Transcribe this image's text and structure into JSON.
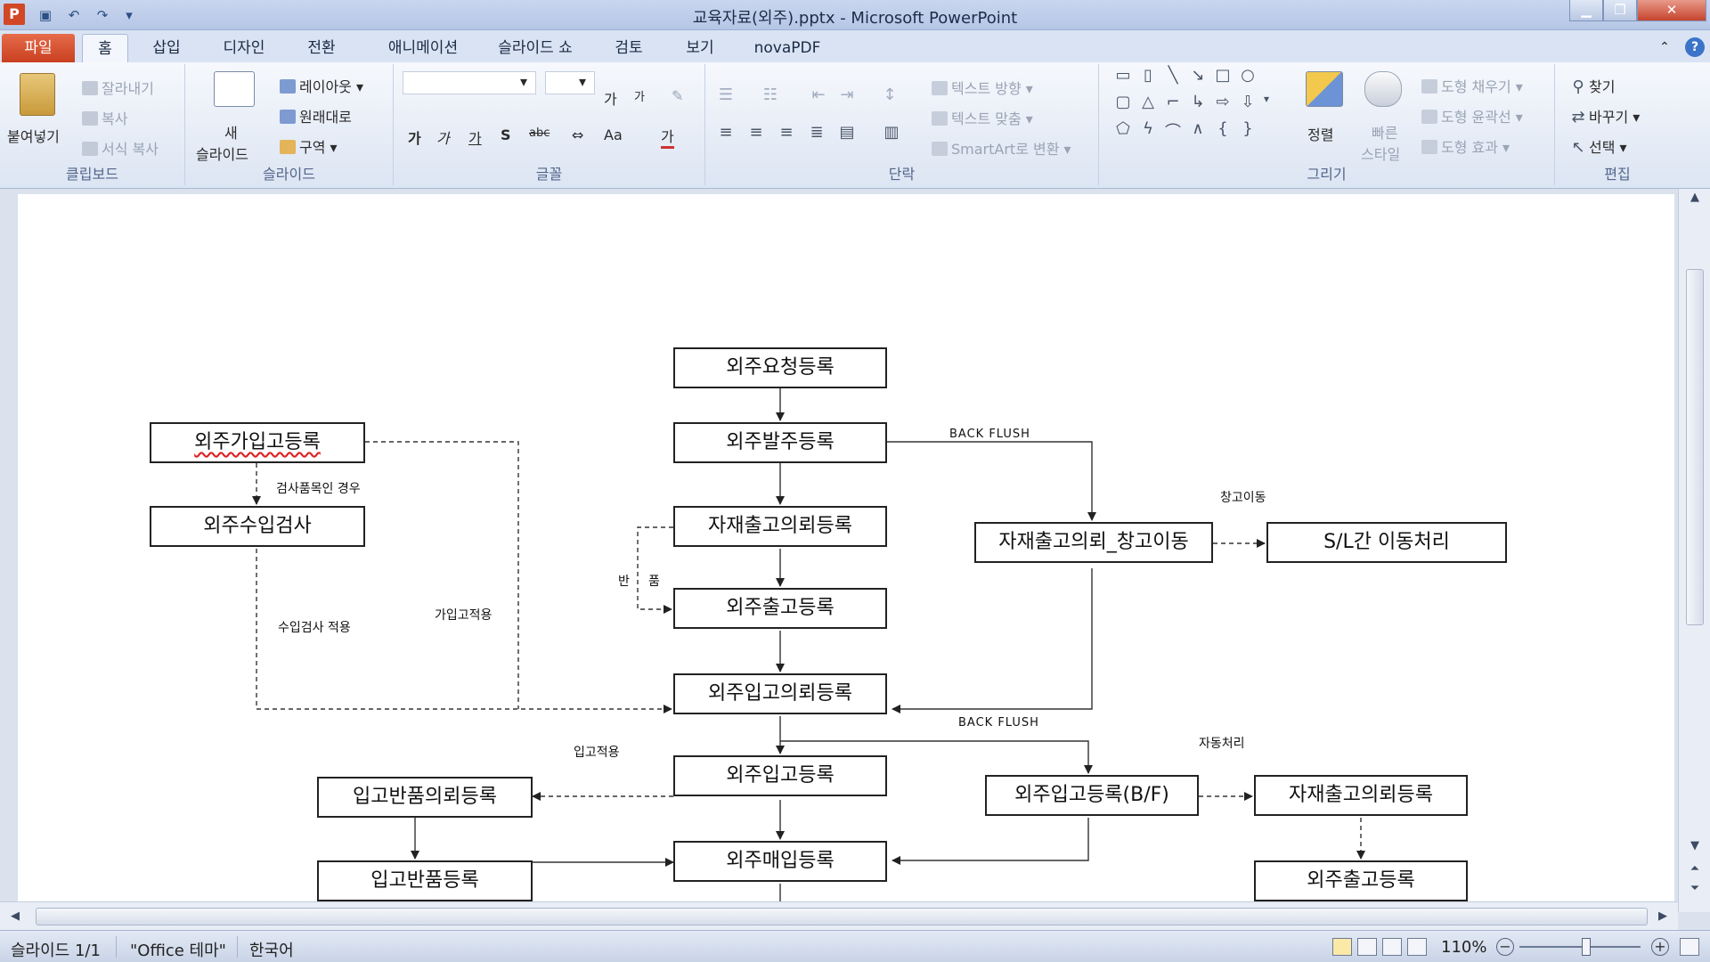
{
  "window": {
    "title": "교육자료(외주).pptx - Microsoft PowerPoint"
  },
  "quick_access": {
    "app_icon": "P",
    "save_icon": "save-icon",
    "undo_icon": "undo-icon",
    "redo_icon": "redo-icon",
    "customize_icon": "customize-icon"
  },
  "tabs": [
    "파일",
    "홈",
    "삽입",
    "디자인",
    "전환",
    "애니메이션",
    "슬라이드 쇼",
    "검토",
    "보기",
    "novaPDF"
  ],
  "ribbon": {
    "clipboard": {
      "label": "클립보드",
      "paste": "붙여넣기",
      "cut": "잘라내기",
      "copy": "복사",
      "format_painter": "서식 복사"
    },
    "slides": {
      "label": "슬라이드",
      "new_slide_line1": "새",
      "new_slide_line2": "슬라이드",
      "layout": "레이아웃",
      "reset": "원래대로",
      "section": "구역"
    },
    "font": {
      "label": "글꼴",
      "grow": "가",
      "shrink": "가",
      "bold": "가",
      "italic": "가",
      "underline": "가",
      "strike": "S",
      "spacing": "abc",
      "case": "Aa",
      "color": "가"
    },
    "paragraph": {
      "label": "단락",
      "text_direction": "텍스트 방향",
      "align_text": "텍스트 맞춤",
      "smartart": "SmartArt로 변환"
    },
    "drawing": {
      "label": "그리기",
      "arrange": "정렬",
      "quick_styles_line1": "빠른",
      "quick_styles_line2": "스타일",
      "shape_fill": "도형 채우기",
      "shape_outline": "도형 윤곽선",
      "shape_effects": "도형 효과"
    },
    "editing": {
      "label": "편집",
      "find": "찾기",
      "replace": "바꾸기",
      "select": "선택"
    }
  },
  "flowchart": {
    "nodes": {
      "request": "외주요청등록",
      "order": "외주발주등록",
      "mat_issue_req": "자재출고의뢰등록",
      "outsource_issue": "외주출고등록",
      "receipt_req": "외주입고의뢰등록",
      "receipt": "외주입고등록",
      "purchase": "외주매입등록",
      "provisional": "외주가입고등록",
      "inspection": "외주수입검사",
      "return_req": "입고반품의뢰등록",
      "return": "입고반품등록",
      "wh_move": "자재출고의뢰_창고이동",
      "sl_move": "S/L간 이동처리",
      "receipt_bf": "외주입고등록(B/F)",
      "mat_issue_req2": "자재출고의뢰등록",
      "outsource_issue2": "외주출고등록"
    },
    "labels": {
      "back_flush_1": "BACK FLUSH",
      "back_flush_2": "BACK FLUSH",
      "warehouse_move": "창고이동",
      "inspection_case": "검사품목인 경우",
      "return_char1": "반",
      "return_char2": "품",
      "inspection_apply": "수입검사 적용",
      "provisional_apply": "가입고적용",
      "receipt_apply": "입고적용",
      "auto_process": "자동처리"
    }
  },
  "status": {
    "slide": "슬라이드 1/1",
    "theme": "\"Office 테마\"",
    "language": "한국어",
    "zoom": "110%",
    "zoom_fraction": 0.55
  },
  "colors": {
    "file_tab": "#d24726",
    "accent": "#3b73c8"
  }
}
